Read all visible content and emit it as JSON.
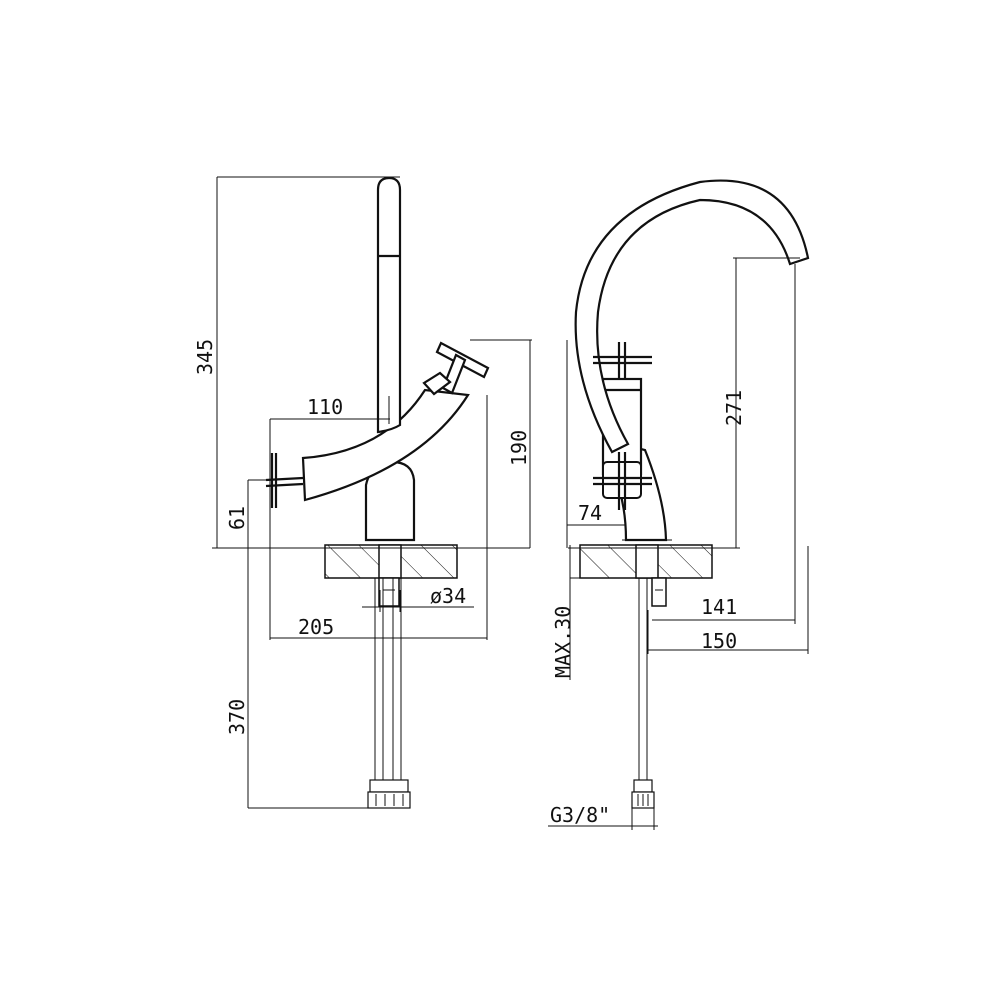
{
  "drawing": {
    "left_view": {
      "dim_height_total": "345",
      "dim_spout_reach": "110",
      "dim_handle_height": "190",
      "dim_handle_offset": "61",
      "dim_body_depth": "205",
      "dim_hole_diameter": "ø34",
      "dim_hose_length": "370"
    },
    "right_view": {
      "dim_outlet_height": "271",
      "dim_base_offset": "74",
      "dim_spout_reach_inner": "141",
      "dim_spout_reach_outer": "150",
      "dim_max_thickness": "MAX.30",
      "dim_thread": "G3/8\""
    }
  }
}
